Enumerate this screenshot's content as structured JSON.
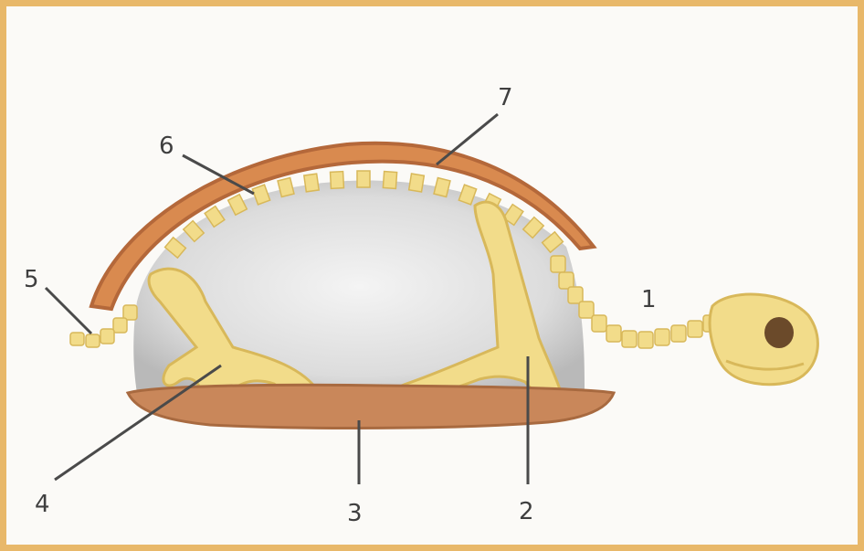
{
  "diagram": {
    "subject": "turtle-skeleton",
    "labels": {
      "l1": "1",
      "l2": "2",
      "l3": "3",
      "l4": "4",
      "l5": "5",
      "l6": "6",
      "l7": "7"
    },
    "colors": {
      "frame": "#e8b86a",
      "shell": "#d98a4f",
      "shell_dark": "#b4683a",
      "bone": "#f2dc8a",
      "bone_edge": "#d8b85a",
      "cavity": "#d8d8d8",
      "plastron": "#c9875a"
    }
  }
}
